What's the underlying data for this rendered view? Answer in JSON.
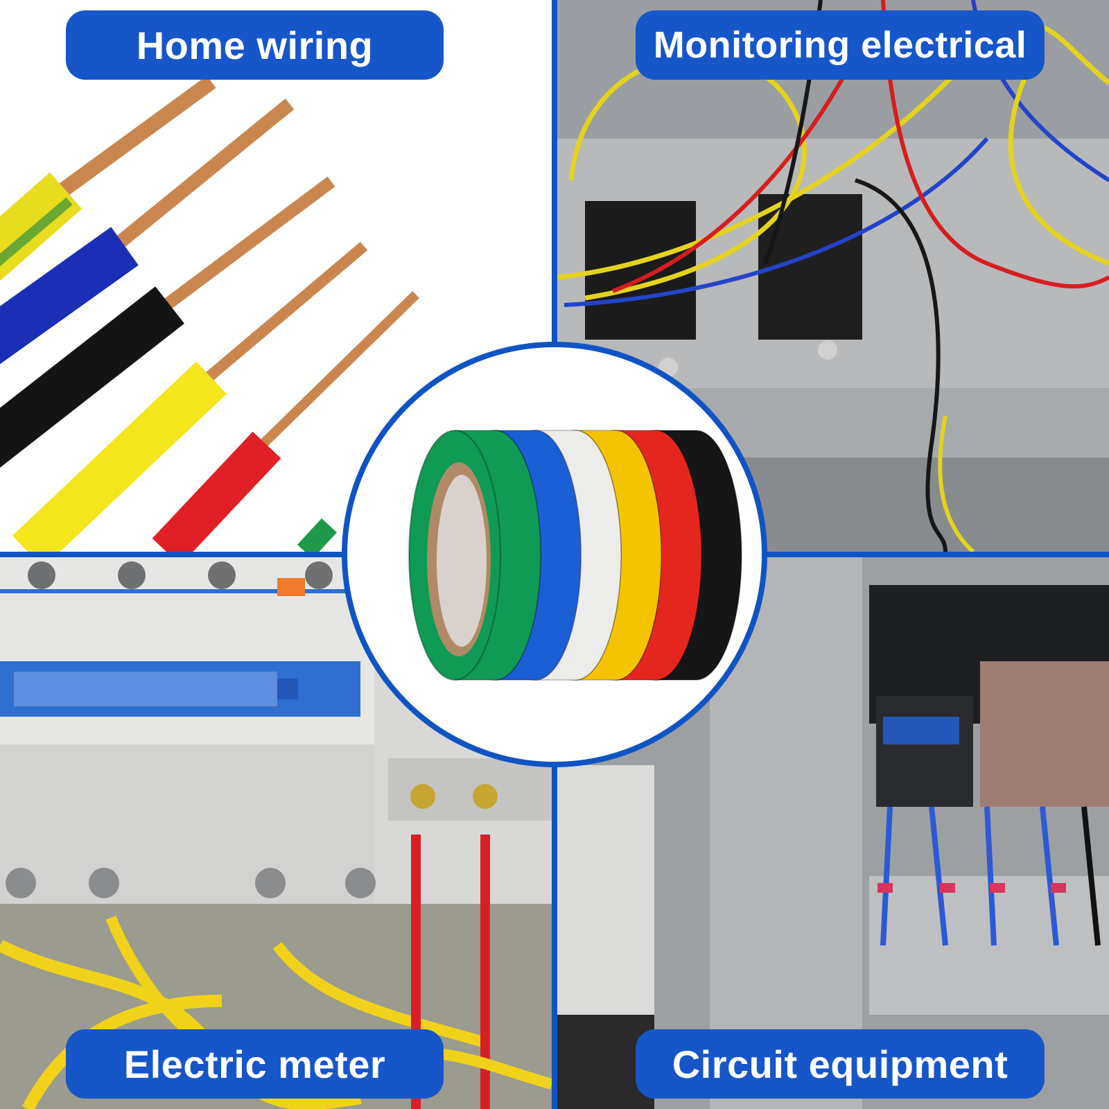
{
  "panels": [
    {
      "id": "top-left",
      "label": "Home wiring"
    },
    {
      "id": "top-right",
      "label": "Monitoring electrical"
    },
    {
      "id": "bottom-left",
      "label": "Electric meter"
    },
    {
      "id": "bottom-right",
      "label": "Circuit equipment"
    }
  ],
  "tape_colors": [
    "#0f9a55",
    "#1b5fd6",
    "#ececea",
    "#f5c400",
    "#e4261f",
    "#161616"
  ],
  "wire_colors": [
    "#e8dc1e",
    "#1a2fb5",
    "#141414",
    "#f4e51c",
    "#e01f26"
  ],
  "accent_color": "#1054c4"
}
